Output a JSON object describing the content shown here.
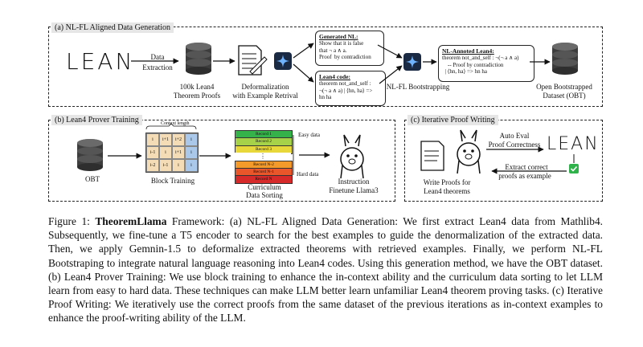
{
  "panel_a": {
    "title": "(a) NL-FL Aligned Data Generation",
    "lean_logo": "LEAN",
    "data_extraction": [
      "Data",
      "Extraction"
    ],
    "proofs_label": [
      "100k Lean4",
      "Theorem Proofs"
    ],
    "deformalization_label": [
      "Deformalization",
      "with Example Retrival"
    ],
    "generated_nl": {
      "title": "Generated NL:",
      "body": "Show that it is false\nthat ¬ a ∧ a.\nProof  by contradiction"
    },
    "lean4_code": {
      "title": "Lean4 code:",
      "body": "theorem not_and_self :\n¬(¬ a ∧ a) | ⟨hn, ha⟩ =>\nhn ha"
    },
    "bootstrapping_label": "NL-FL Bootstrapping",
    "annotated": {
      "title": "NL-Annoted Lean4:",
      "body": "theorem not_and_self : ¬(¬ a ∧ a)\n    -- Proof by contradiction\n  | ⟨hn, ha⟩ => hn ha"
    },
    "obt_label": [
      "Open Bootstrapped",
      "Dataset (OBT)"
    ]
  },
  "panel_b": {
    "title": "(b) Lean4 Prover Training",
    "obt": "OBT",
    "context_length": "Context length",
    "grid": [
      [
        "i",
        "i+1",
        "i+2",
        "i"
      ],
      [
        "i-1",
        "i",
        "i+1",
        "i"
      ],
      [
        "i-2",
        "i-1",
        "i",
        "i"
      ]
    ],
    "block_training": "Block Training",
    "records": [
      "Record 1",
      "Record 2",
      "Record 3",
      "⋮",
      "Record N-2",
      "Record N-1",
      "Record N"
    ],
    "record_colors": [
      "#36b24a",
      "#a6d24a",
      "#e8d83a",
      "#ffffff",
      "#f39a2a",
      "#e8562a",
      "#d62a2a"
    ],
    "easy": "Easy data",
    "hard": "Hard data",
    "curriculum": [
      "Curriculum",
      "Data Sorting"
    ],
    "instruction": [
      "Instruction",
      "Finetune Llama3"
    ]
  },
  "panel_c": {
    "title": "(c) Iterative Proof Writing",
    "auto_eval": [
      "Auto Eval",
      "Proof Correctness"
    ],
    "extract": [
      "Extract correct",
      "proofs as example"
    ],
    "write_proofs": [
      "Write Proofs for",
      "Lean4 theorems"
    ],
    "check_color": "#2fb24a"
  },
  "caption": {
    "prefix": "Figure 1: ",
    "name": "TheoremLlama",
    "text": " Framework: (a) NL-FL Aligned Data Generation: We first extract Lean4 data from Mathlib4. Subsequently, we fine-tune a T5 encoder to search for the best examples to guide the denormalization of the extracted data. Then, we apply Gemnin-1.5 to deformalize extracted theorems with retrieved examples. Finally, we perform NL-FL Bootstraping to integrate natural language reasoning into Lean4 codes. Using this generation method, we have the OBT dataset. (b) Lean4 Prover Training: We use block training to enhance the in-context ability and the curriculum data sorting to let LLM learn from easy to hard data. These techniques can make LLM better learn unfamiliar Lean4 theorem proving tasks. (c) Iterative Proof Writing: We iteratively use the correct proofs from the same dataset of the previous iterations as in-context examples to enhance the proof-writing ability of the LLM."
  }
}
